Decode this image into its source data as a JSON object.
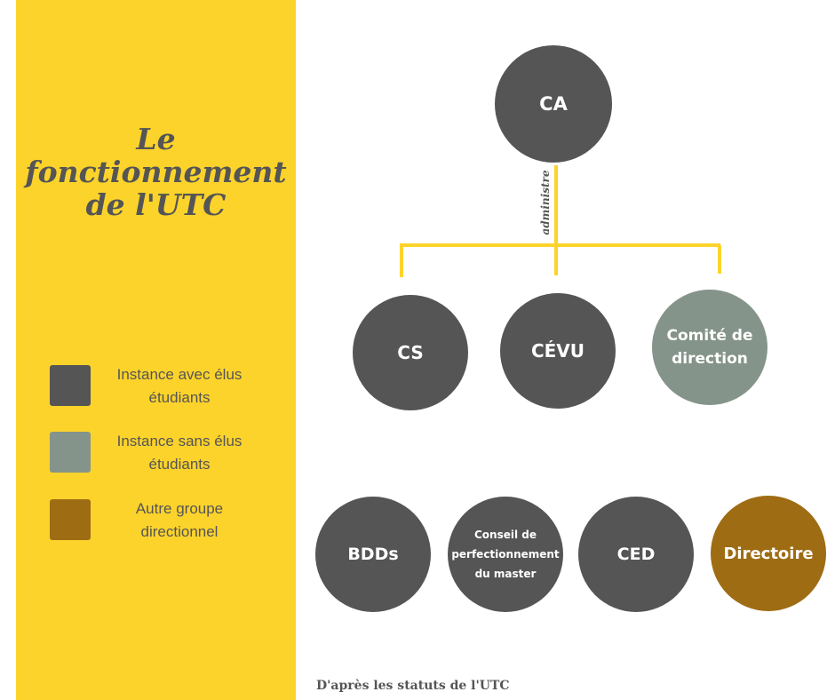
{
  "sidebar": {
    "title_lines": [
      "Le",
      "fonctionnement",
      "de l'UTC"
    ],
    "legend": [
      {
        "label": "Instance avec élus étudiants",
        "color": "#555555"
      },
      {
        "label": "Instance sans élus étudiants",
        "color": "#85948a"
      },
      {
        "label": "Autre groupe directionnel",
        "color": "#9e6c13"
      }
    ]
  },
  "diagram": {
    "root": {
      "label": "CA"
    },
    "edge_label": "administre",
    "level1": [
      {
        "label": "CS"
      },
      {
        "label": "CÉVU"
      },
      {
        "label": "Comité de direction"
      }
    ],
    "level2": [
      {
        "label": "BDDs"
      },
      {
        "label": "Conseil de perfectionnement du master"
      },
      {
        "label": "CED"
      },
      {
        "label": "Directoire"
      }
    ],
    "connector_color": "#fcd32b"
  },
  "footer": "D'après les statuts de l'UTC"
}
